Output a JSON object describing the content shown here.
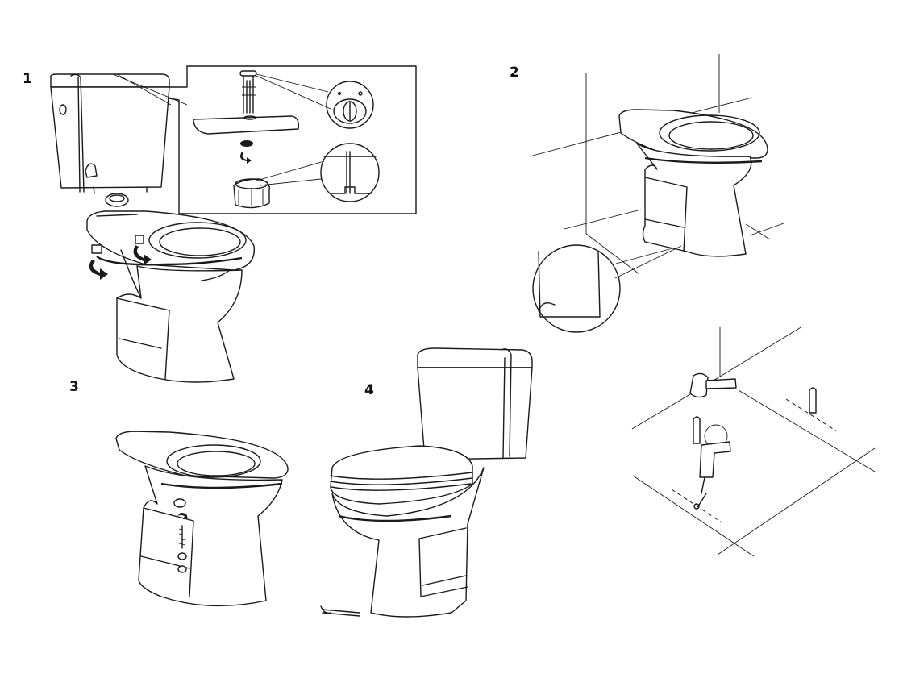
{
  "diagram": {
    "type": "installation-instructions",
    "subject": "close-coupled toilet installation",
    "steps": [
      {
        "number": "1",
        "description": "Attach cistern to bowl: fit flush button/valve through lid, seal gasket, tighten bolts"
      },
      {
        "number": "2",
        "description": "Position bowl against wall and mark fixing holes on floor"
      },
      {
        "number": "3",
        "description": "Secure bowl to floor with screws and cover caps"
      },
      {
        "number": "4",
        "description": "Completed toilet with cistern and seat fitted"
      }
    ],
    "extra_panel": {
      "description": "Drill marked holes in floor and insert wall plugs"
    }
  },
  "colors": {
    "line": "#1a1a1a",
    "background": "#ffffff"
  }
}
